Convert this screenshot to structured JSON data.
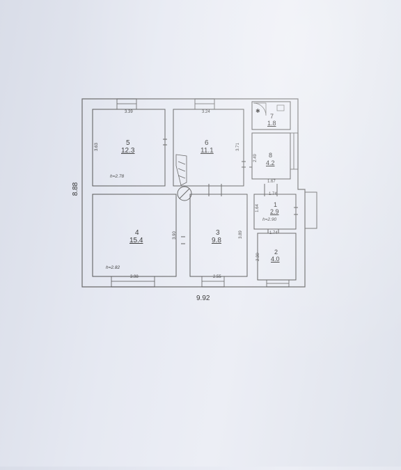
{
  "plan": {
    "total_width": "9.92",
    "total_height": "8.88",
    "rooms": [
      {
        "num": "5",
        "area": "12.3"
      },
      {
        "num": "6",
        "area": "11.1"
      },
      {
        "num": "7",
        "area": "1.8"
      },
      {
        "num": "8",
        "area": "4.2"
      },
      {
        "num": "4",
        "area": "15.4"
      },
      {
        "num": "3",
        "area": "9.8"
      },
      {
        "num": "1",
        "area": "2.9"
      },
      {
        "num": "2",
        "area": "4.0"
      }
    ],
    "dims": {
      "r5_w": "3.39",
      "r5_h": "3.63",
      "r6_w": "3.24",
      "r6_h": "3.71",
      "r8_h": "2.49",
      "r8_w": "1.67",
      "r1_w_top": "1.74",
      "r1_h": "1.64",
      "r1_w_bottom": "1.74",
      "r4_w": "3.98",
      "r4_h": "3.90",
      "r3_w": "2.55",
      "r3_h": "3.89",
      "r2_h": "2.30"
    },
    "heights": {
      "h5": "h=2.78",
      "h4": "h=2.82",
      "h1": "h=2.90"
    }
  }
}
